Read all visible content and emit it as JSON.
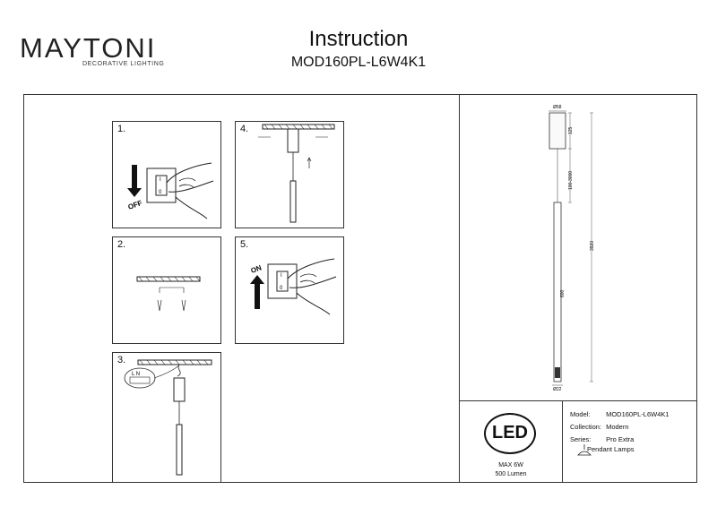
{
  "header": {
    "brand": "MAYTONI",
    "brand_sub": "DECORATIVE LIGHTING",
    "title": "Instruction",
    "model": "MOD160PL-L6W4K1"
  },
  "steps": [
    {
      "num": "1.",
      "label_off": "OFF"
    },
    {
      "num": "2."
    },
    {
      "num": "3."
    },
    {
      "num": "4."
    },
    {
      "num": "5.",
      "label_on": "ON"
    }
  ],
  "switch_marks": {
    "one": "I",
    "zero": "0"
  },
  "wiring": {
    "terminals": "L N"
  },
  "drawing": {
    "dims": {
      "top": "Ø58",
      "canopy_h": "125",
      "cable": "100-3000",
      "total": "3920",
      "tube": "600",
      "bottom": "Ø22"
    }
  },
  "info": {
    "model_label": "Model:",
    "model_value": "MOD160PL-L6W4K1",
    "collection_label": "Collection:",
    "collection_value": "Modern",
    "series_label": "Series:",
    "series_value": "Pro Extra",
    "type_value": "Pendant Lamps"
  },
  "led": {
    "badge": "LED",
    "power": "MAX 6W",
    "lumen": "500 Lumen"
  }
}
